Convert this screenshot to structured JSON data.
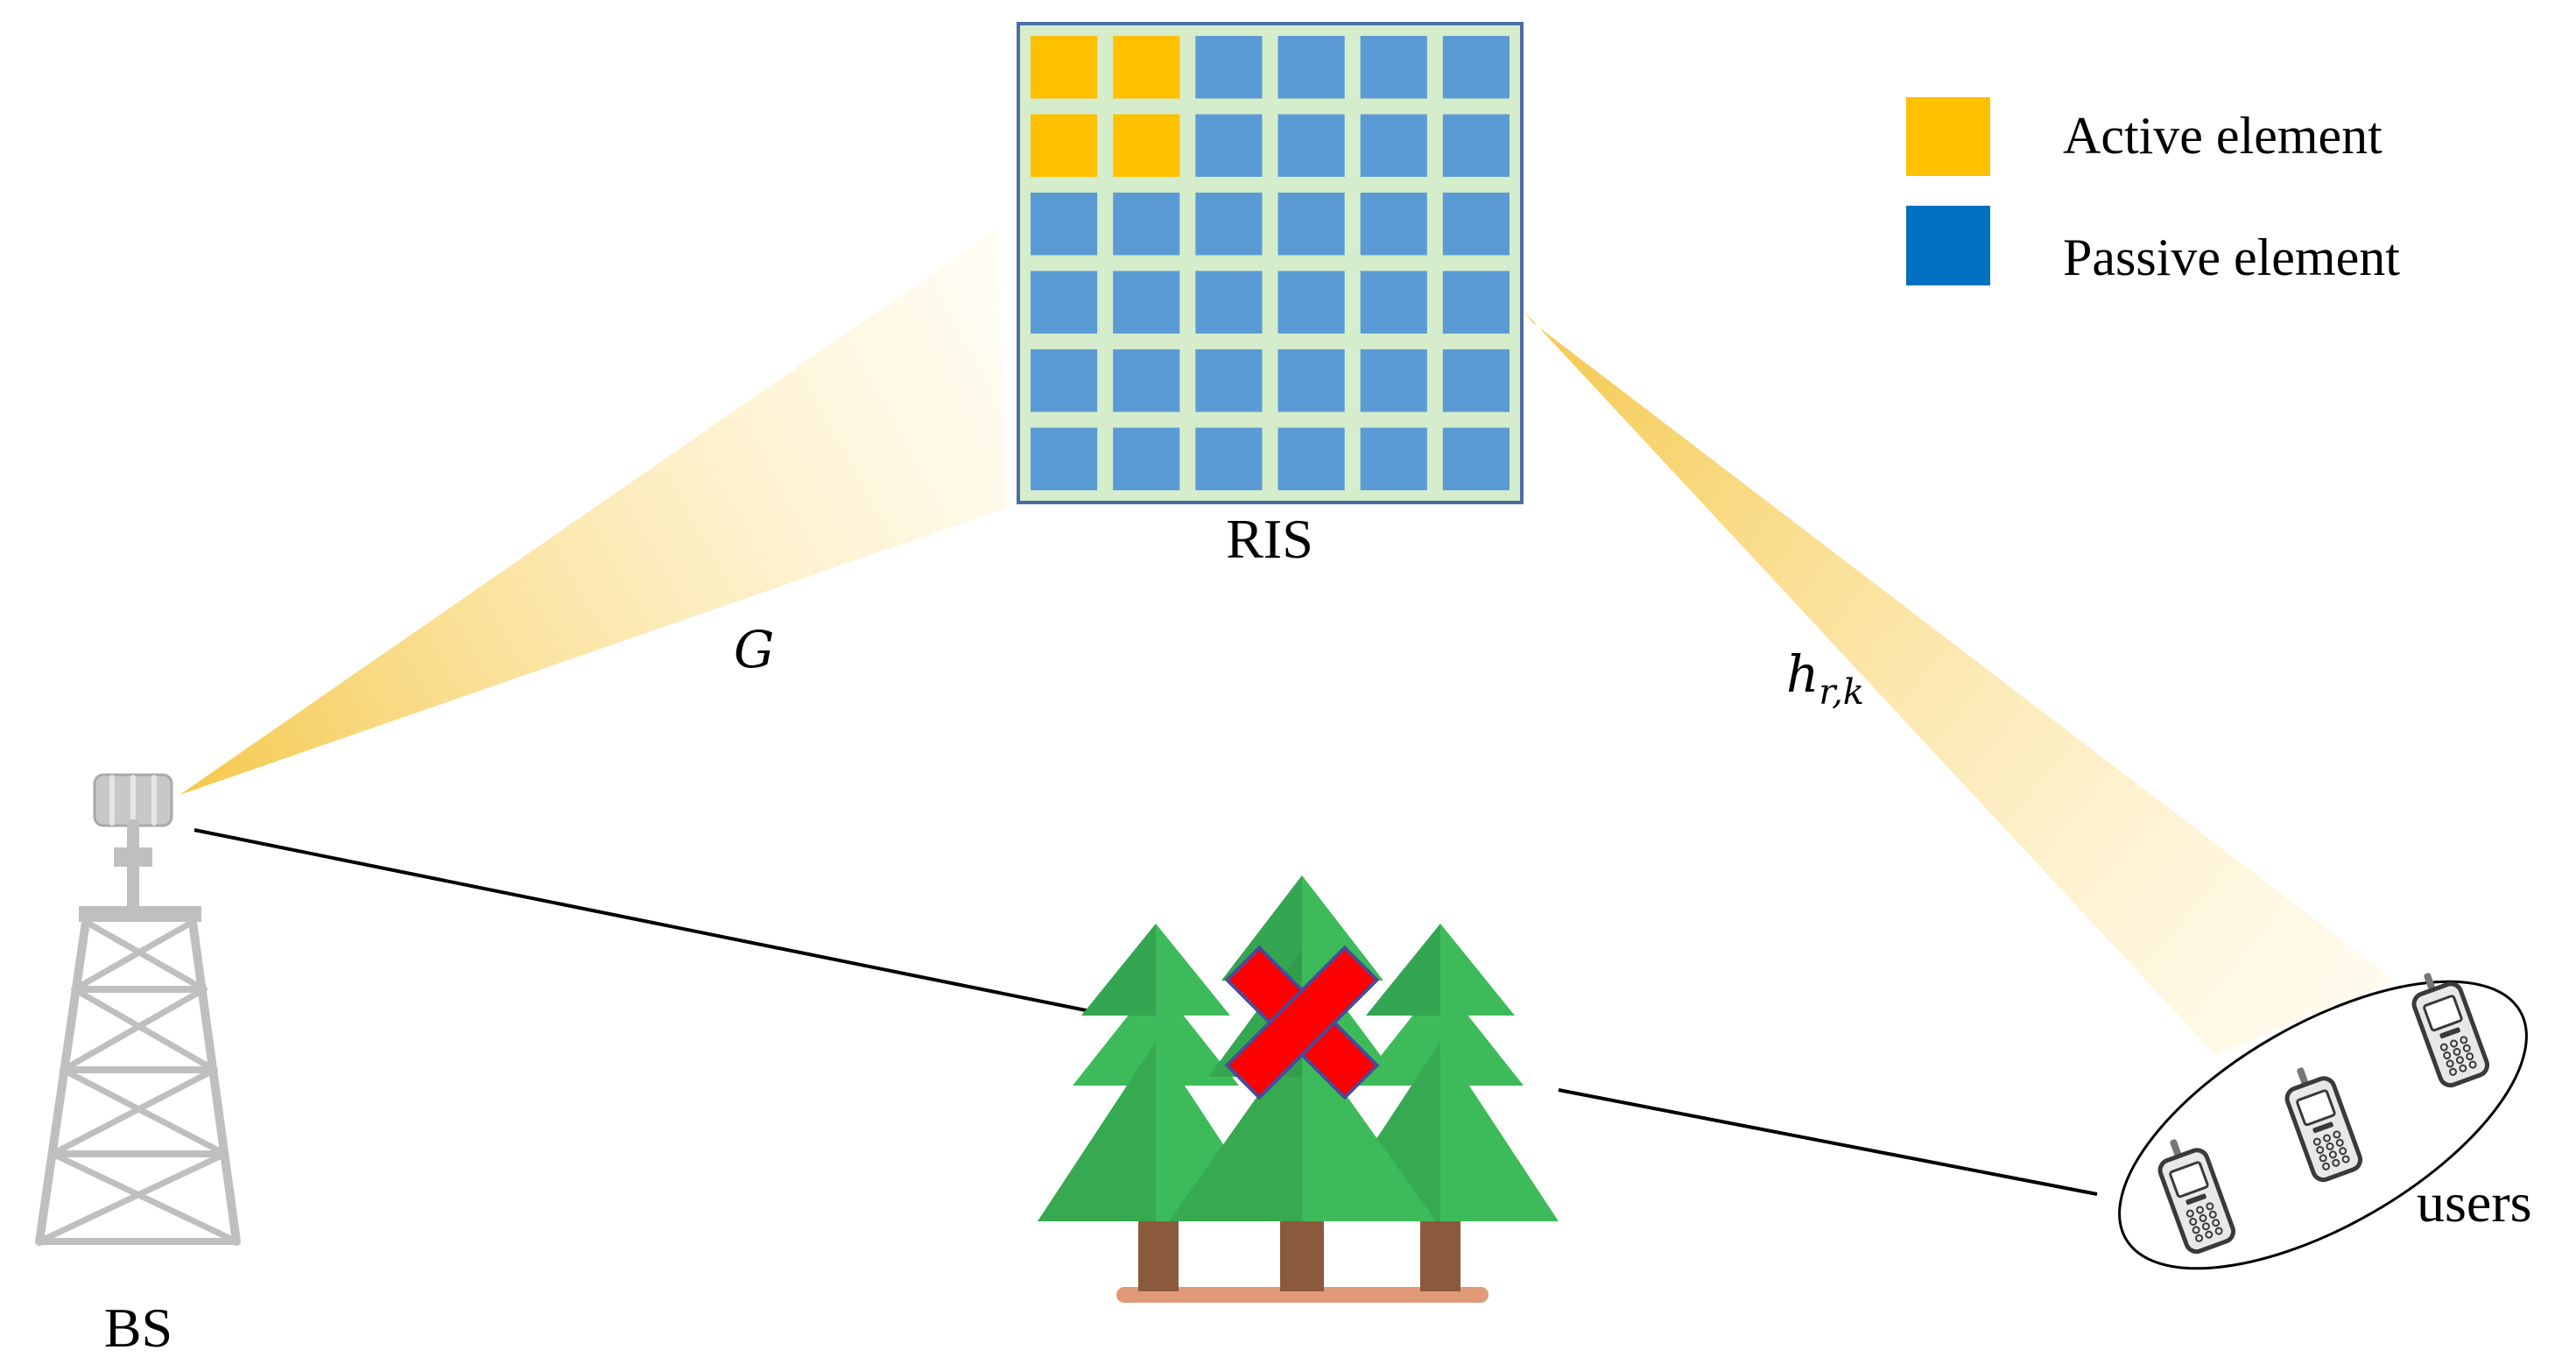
{
  "labels": {
    "ris": "RIS",
    "bs": "BS",
    "users": "users",
    "channel_bs_ris": "G",
    "channel_ris_user_main": "h",
    "channel_ris_user_sub": "r,k"
  },
  "legend": {
    "items": [
      {
        "label": "Active element",
        "color": "#FFC000"
      },
      {
        "label": "Passive element",
        "color": "#0070C0"
      }
    ]
  },
  "ris_panel": {
    "rows": 6,
    "cols": 6,
    "active_cells": [
      [
        0,
        0
      ],
      [
        0,
        1
      ],
      [
        1,
        0
      ],
      [
        1,
        1
      ]
    ],
    "active_color": "#FFC000",
    "passive_color": "#5B9BD5",
    "frame_color": "#D5EDCB",
    "border_color": "#4A6DA7"
  },
  "colors": {
    "beam": "#FFD966",
    "link_line": "#000000",
    "tower": "#BFBFBF",
    "tree_light": "#3DBB5A",
    "tree_dark": "#2E9448",
    "trunk": "#8B5A3C",
    "ground": "#E09A78",
    "blocked_x": "#FF0000",
    "blocked_x_border": "#4A4A9A"
  },
  "phones": 3
}
